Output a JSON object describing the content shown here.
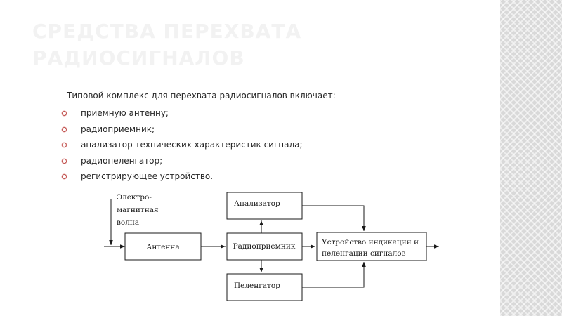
{
  "slide": {
    "title_line1": "Средства перехвата",
    "title_line2": "радиосигналов",
    "intro": "Типовой комплекс для перехвата радиосигналов включает:",
    "bullets": [
      "приемную антенну;",
      "радиоприемник;",
      "анализатор технических характеристик сигнала;",
      "радиопеленгатор;",
      "регистрирующее устройство."
    ],
    "bullet_icon": "circle-bullet-icon",
    "accent_color": "#c0504d"
  },
  "diagram": {
    "input_label_lines": [
      "Электро-",
      "магнитная",
      "волна"
    ],
    "blocks": {
      "antenna": "Антенна",
      "analyzer": "Анализатор",
      "receiver": "Радиоприемник",
      "direction_finder": "Пеленгатор",
      "indicator_lines": [
        "Устройство индикации и",
        "пеленгации сигналов"
      ]
    }
  }
}
